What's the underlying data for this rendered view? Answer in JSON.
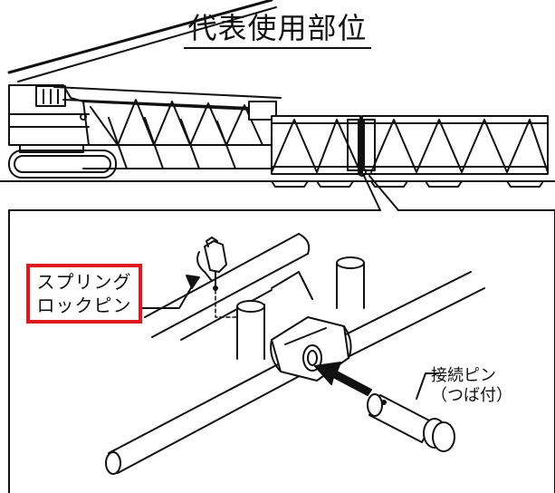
{
  "title": "代表使用部位",
  "labels": {
    "spring_lock_pin_line1": "スプリング",
    "spring_lock_pin_line2": "ロックピン",
    "connect_pin_line1": "接続ピン",
    "connect_pin_line2": "（つば付）"
  },
  "colors": {
    "highlight": "#e0191e",
    "line": "#111111"
  }
}
